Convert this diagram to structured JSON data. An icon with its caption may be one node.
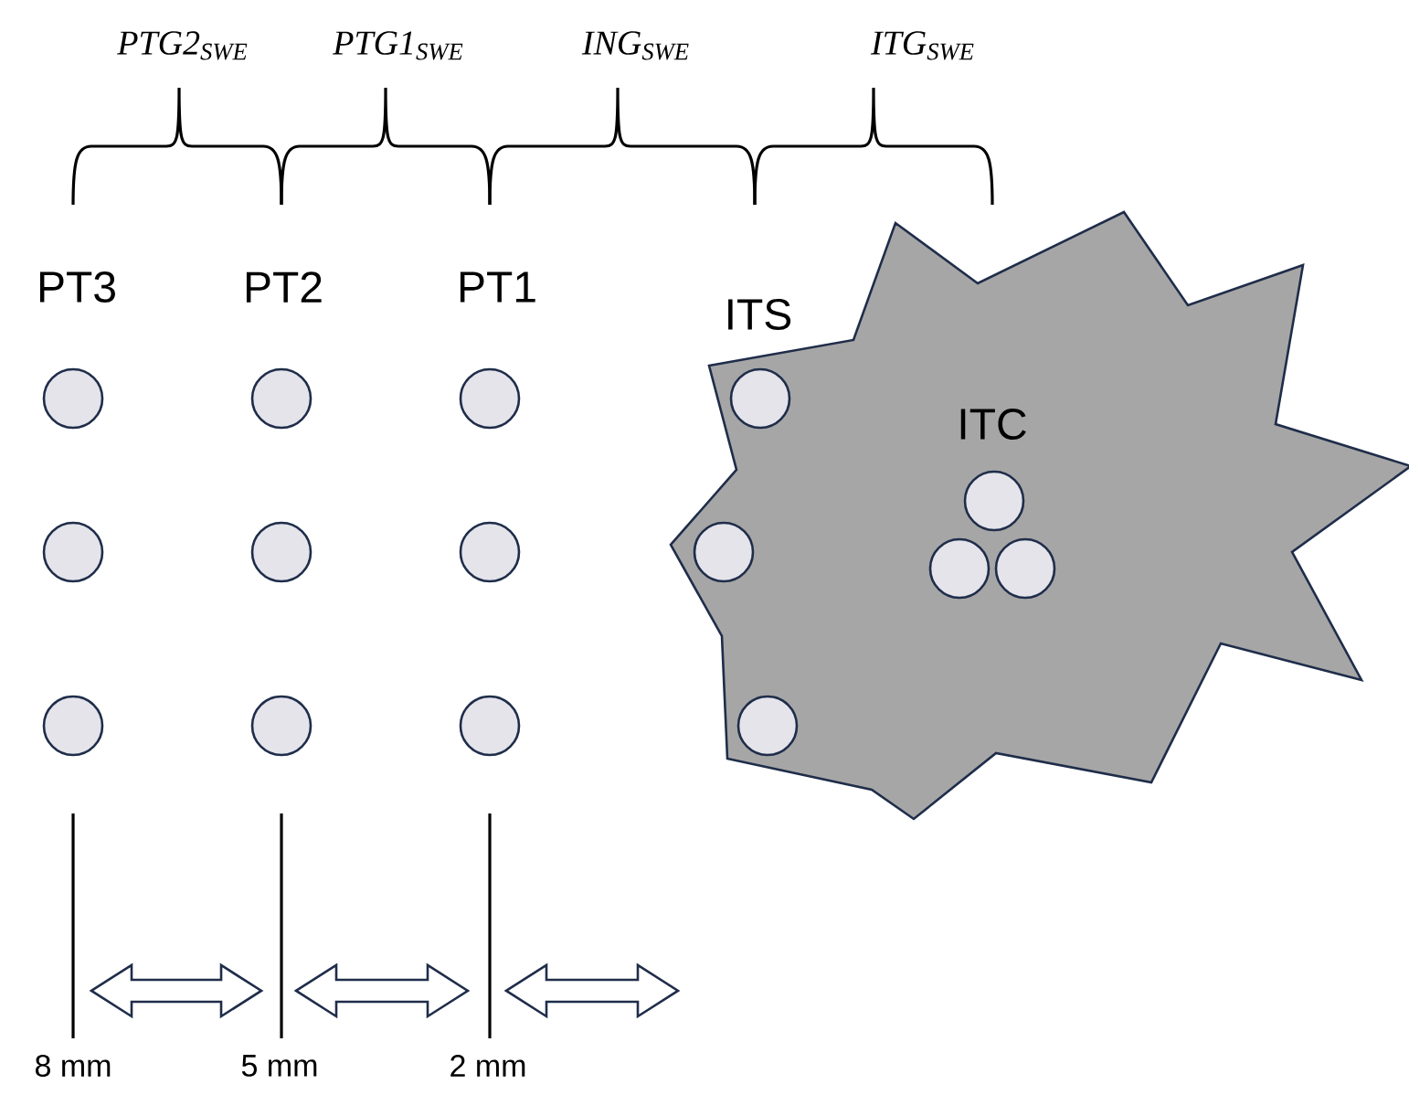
{
  "diagram": {
    "nodes": [
      {
        "text": [
          "ITC"
        ]
      }
    ],
    "labels": [
      "PTG2$_{SWE}$",
      "PTG1$_{SWE}$",
      "ING$_{SWE}$",
      "ITG$_{SWE}$",
      "PT3",
      "PT2",
      "PT1",
      "ITS",
      "8 mm",
      "5 mm",
      "2 mm"
    ]
  }
}
